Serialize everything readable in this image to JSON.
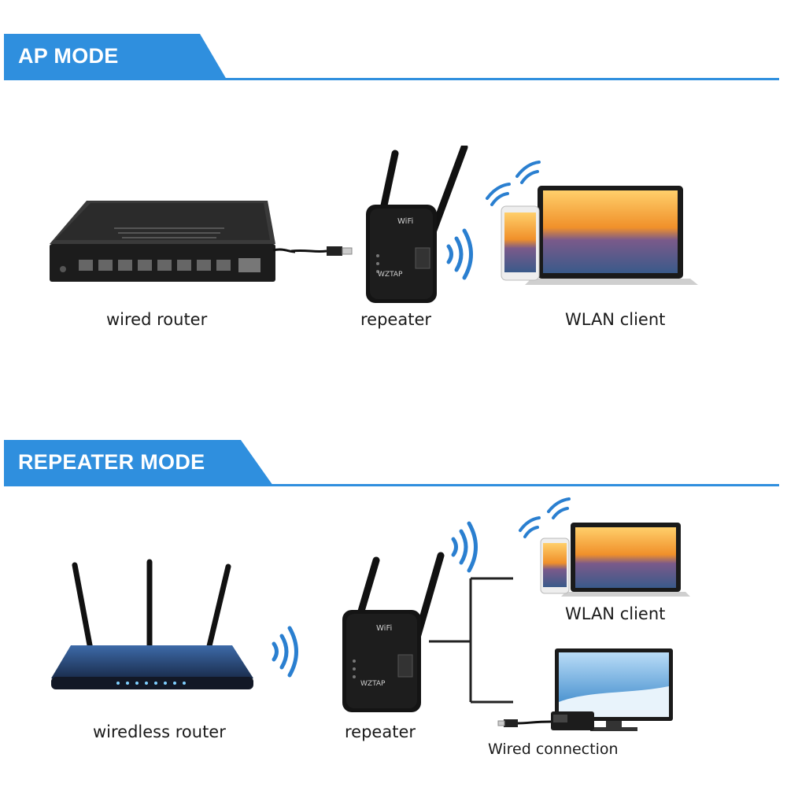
{
  "ap_mode": {
    "title": "AP MODE",
    "labels": {
      "wired_router": "wired router",
      "repeater": "repeater",
      "wlan_client": "WLAN client"
    }
  },
  "repeater_mode": {
    "title": "REPEATER MODE",
    "labels": {
      "wireless_router": "wiredless router",
      "repeater": "repeater",
      "wlan_client": "WLAN client",
      "wired_connection": "Wired connection"
    }
  },
  "device_text": {
    "repeater_badge": "WiFi",
    "repeater_brand": "WZTAP"
  },
  "colors": {
    "accent": "#2f8fde",
    "wave": "#2a7fd0",
    "device": "#111111"
  }
}
